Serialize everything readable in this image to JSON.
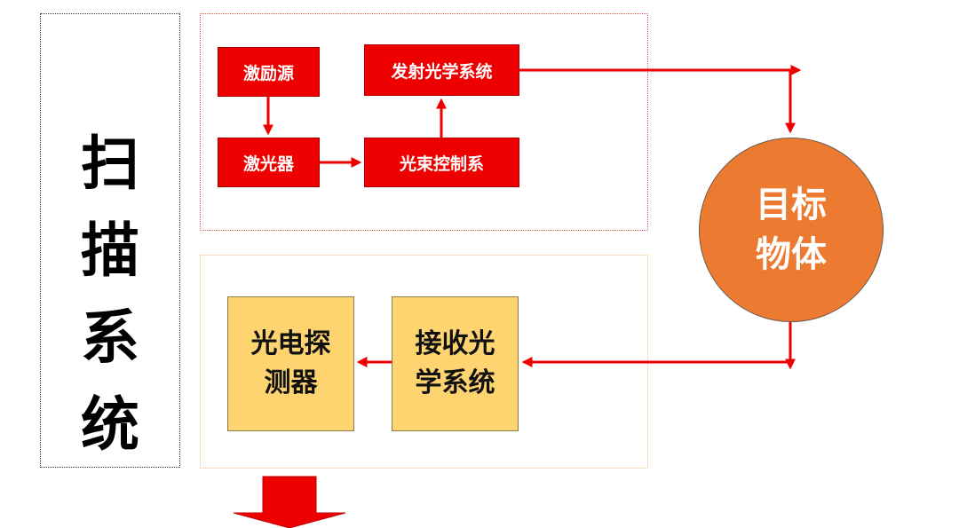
{
  "scan_system": {
    "chars": [
      "扫",
      "描",
      "系",
      "统"
    ]
  },
  "transmit": {
    "excitation_source": "激励源",
    "laser": "激光器",
    "beam_control": "光束控制系",
    "emit_optics": "发射光学系统"
  },
  "target": {
    "line1": "目标",
    "line2": "物体"
  },
  "receive": {
    "receive_optics": {
      "line1": "接收光",
      "line2": "学系统"
    },
    "photodetector": {
      "line1": "光电探",
      "line2": "测器"
    }
  },
  "colors": {
    "signal_red": "#ee0000",
    "target_orange": "#ec7a30",
    "receiver_yellow": "#fdd470"
  }
}
